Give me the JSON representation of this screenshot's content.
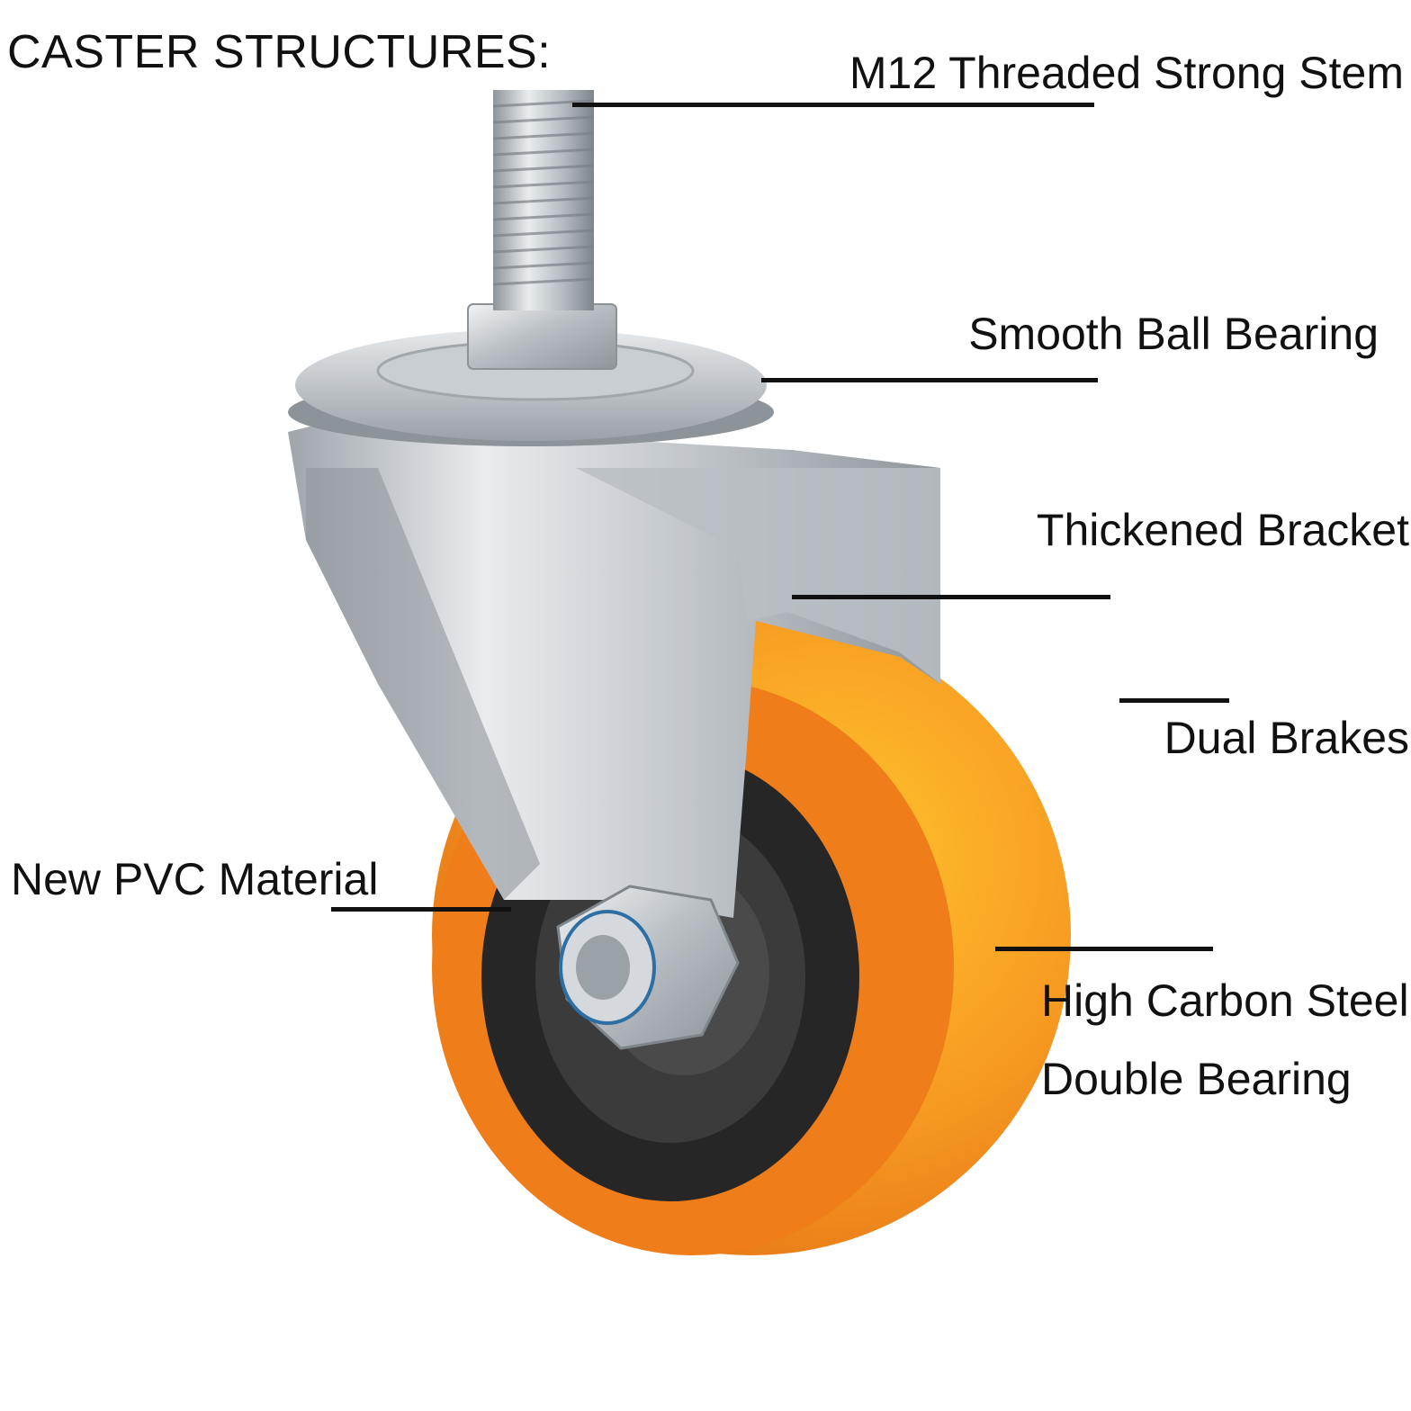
{
  "title": "CASTER  STRUCTURES:",
  "callouts": {
    "stem": "M12 Threaded Strong Stem",
    "ball_bearing": "Smooth Ball Bearing",
    "bracket": "Thickened Bracket",
    "brakes": "Dual Brakes",
    "pvc": "New PVC Material",
    "steel": "High Carbon Steel",
    "double_bearing": "Double Bearing"
  },
  "colors": {
    "wheel_orange": "#f28a1e",
    "wheel_highlight": "#ffb42a",
    "hub_dark": "#2a2a2a",
    "metal": "#c4c8cc",
    "text": "#111111"
  }
}
